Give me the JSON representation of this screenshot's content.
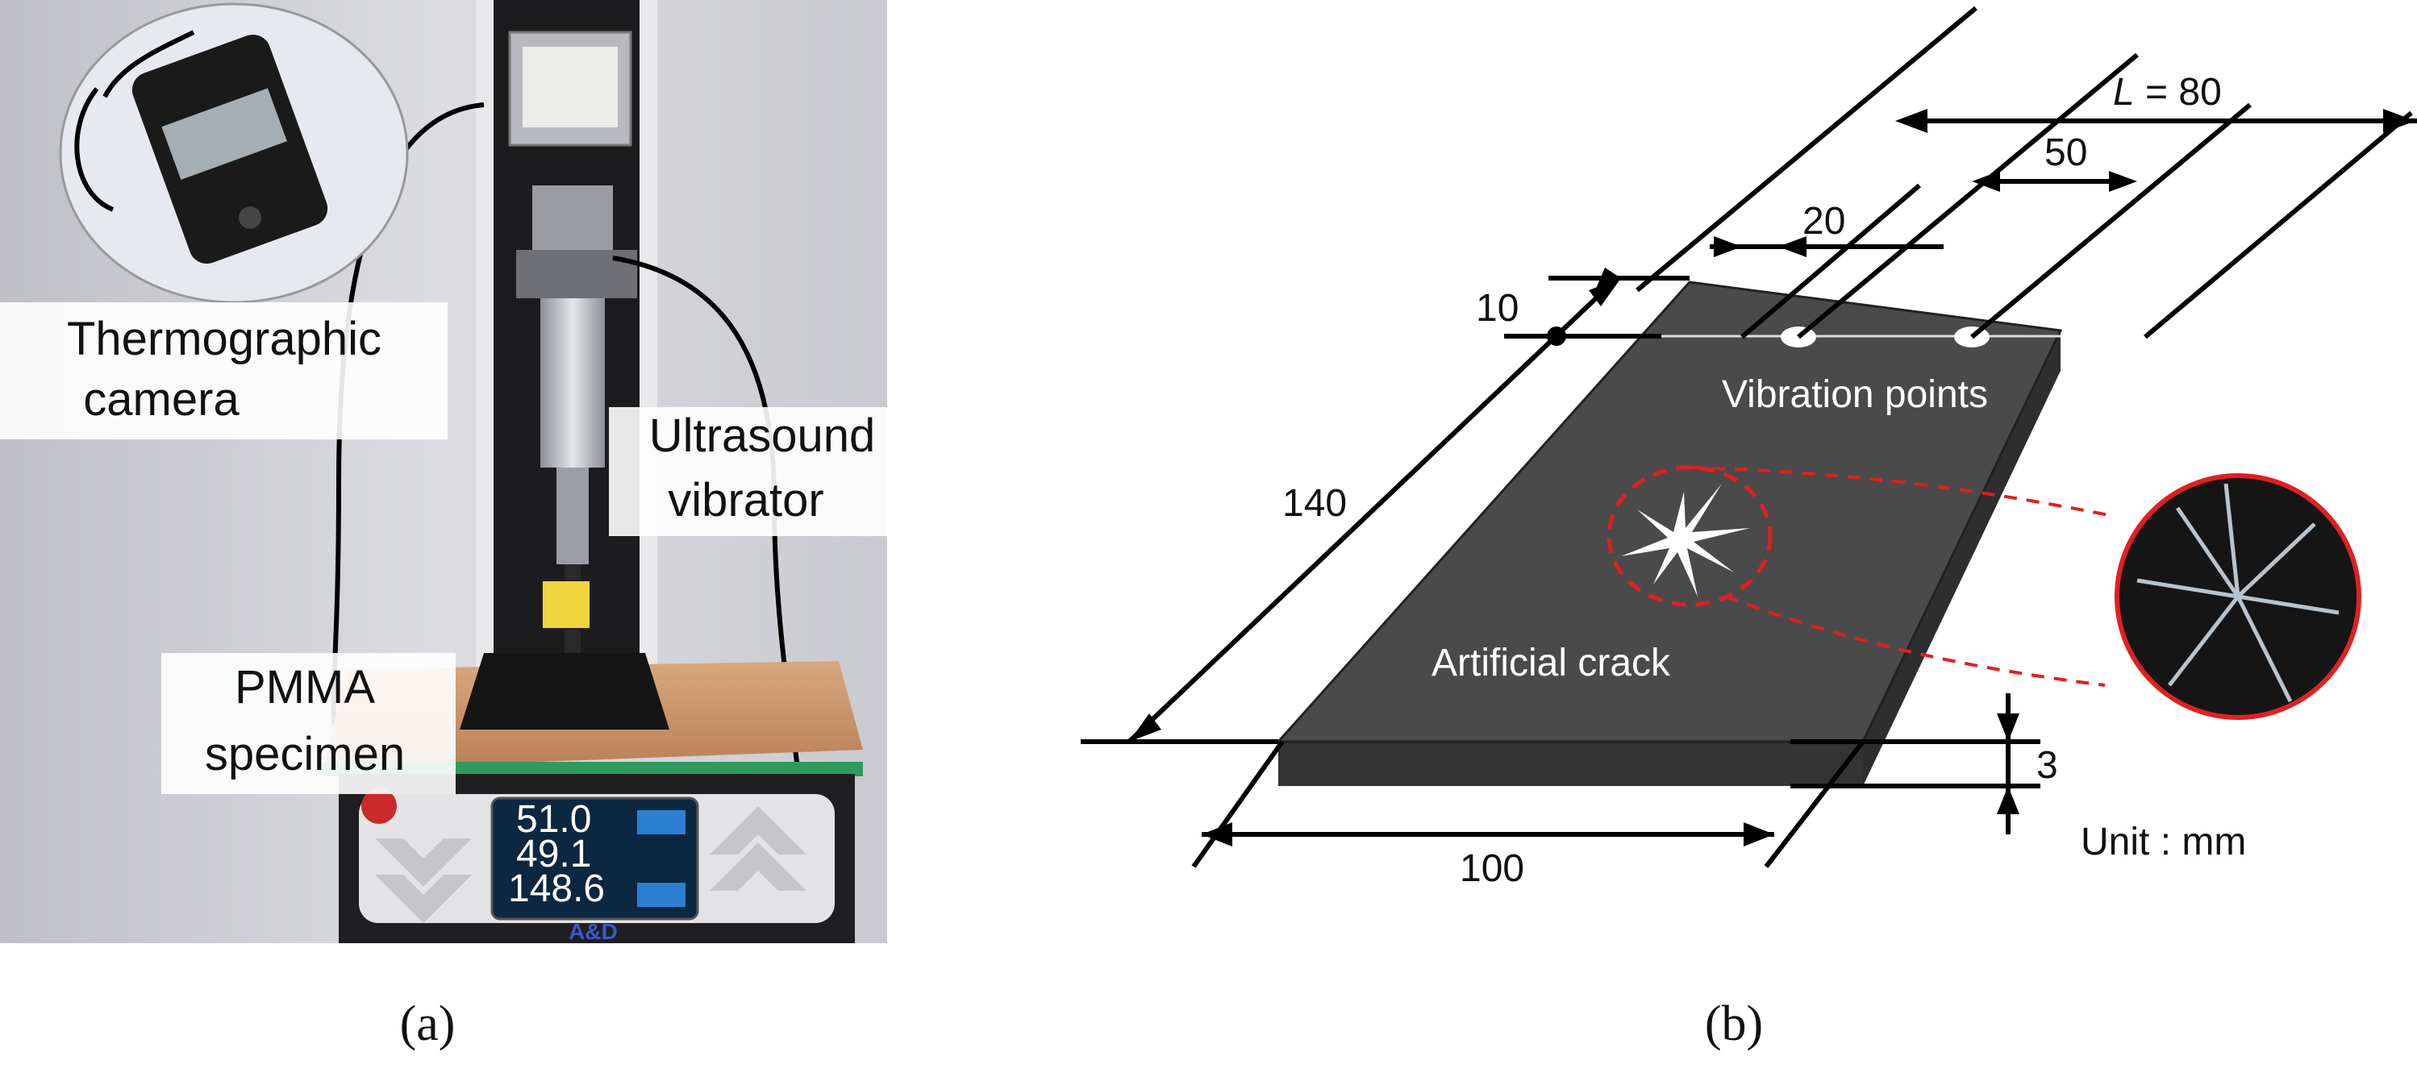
{
  "panel_a": {
    "label_camera_line1": "Thermographic",
    "label_camera_line2": "camera",
    "label_vibrator_line1": "Ultrasound",
    "label_vibrator_line2": "vibrator",
    "label_specimen_line1": "PMMA",
    "label_specimen_line2": "specimen",
    "display_readings": [
      "51.0",
      "49.1",
      "148.6"
    ],
    "brand": "A&D",
    "caption": "(a)"
  },
  "panel_b": {
    "dim_L_italic": "L",
    "dim_L_value": " = 80",
    "dim_50": "50",
    "dim_20": "20",
    "dim_10": "10",
    "dim_140": "140",
    "dim_100": "100",
    "dim_3": "3",
    "label_vibration_points": "Vibration points",
    "label_artificial_crack": "Artificial crack",
    "unit_label": "Unit : mm",
    "caption": "(b)"
  },
  "colors": {
    "plate_top": "#4a4a4a",
    "plate_side": "#333333",
    "crack_outline": "#e02020",
    "photo_bg": "#cfcfd4"
  }
}
